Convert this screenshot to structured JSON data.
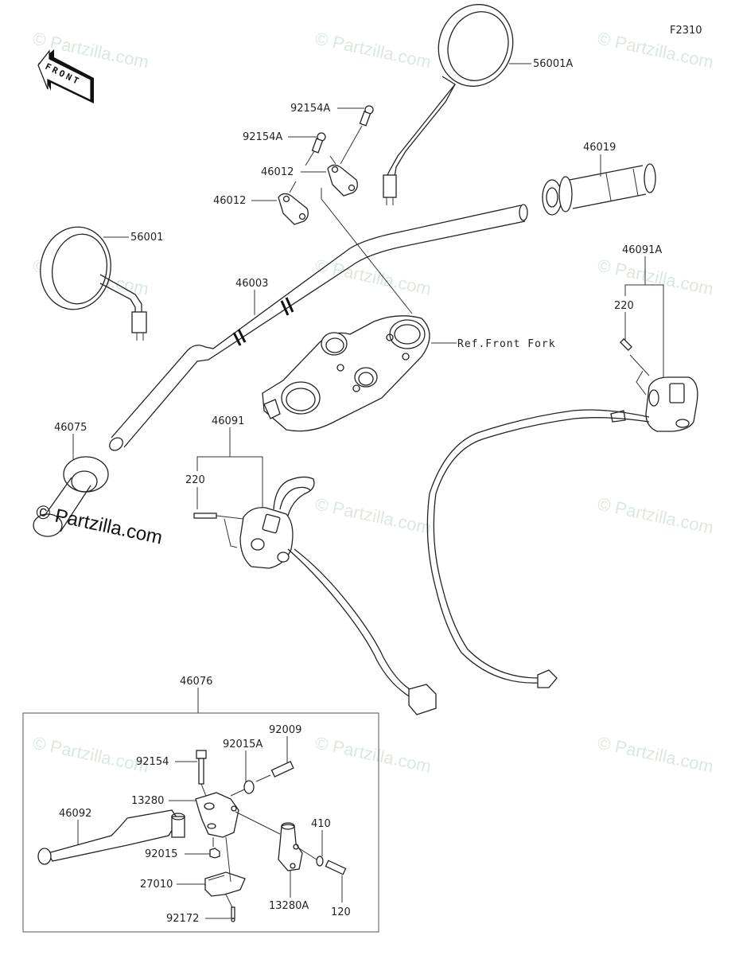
{
  "diagram": {
    "figure_code": "F2310",
    "front_indicator": "FRONT",
    "watermark_text": "© Partzilla.com",
    "reference_label": "Ref.Front Fork",
    "parts": [
      {
        "id": "56001A",
        "desc": "right mirror"
      },
      {
        "id": "92154A",
        "desc": "upper bolt (rear)"
      },
      {
        "id": "92154A",
        "desc": "upper bolt (front)"
      },
      {
        "id": "46012",
        "desc": "handlebar holder (rear)"
      },
      {
        "id": "46012",
        "desc": "handlebar holder (front)"
      },
      {
        "id": "46019",
        "desc": "throttle grip"
      },
      {
        "id": "56001",
        "desc": "left mirror"
      },
      {
        "id": "46003",
        "desc": "handlebar"
      },
      {
        "id": "46091A",
        "desc": "right switch housing"
      },
      {
        "id": "220",
        "desc": "screw (right switch)"
      },
      {
        "id": "46075",
        "desc": "left grip"
      },
      {
        "id": "46091",
        "desc": "left switch housing"
      },
      {
        "id": "220",
        "desc": "screw (left switch)"
      },
      {
        "id": "46076",
        "desc": "clutch lever assembly"
      },
      {
        "id": "92009",
        "desc": "screw"
      },
      {
        "id": "92015A",
        "desc": "nut"
      },
      {
        "id": "92154",
        "desc": "bolt"
      },
      {
        "id": "13280",
        "desc": "lever holder"
      },
      {
        "id": "46092",
        "desc": "clutch lever"
      },
      {
        "id": "410",
        "desc": "washer"
      },
      {
        "id": "92015",
        "desc": "nut"
      },
      {
        "id": "27010",
        "desc": "clutch switch"
      },
      {
        "id": "13280A",
        "desc": "clamp"
      },
      {
        "id": "120",
        "desc": "bolt"
      },
      {
        "id": "92172",
        "desc": "screw"
      }
    ]
  }
}
